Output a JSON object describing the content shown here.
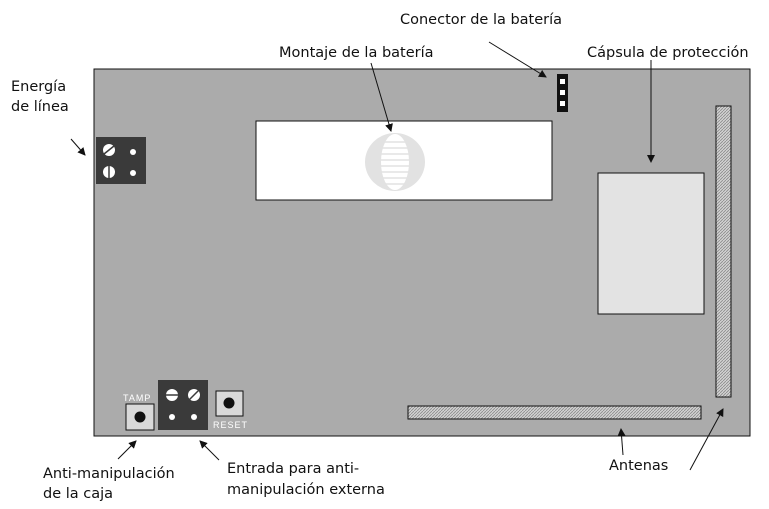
{
  "labels": {
    "connector": "Conector de la batería",
    "battery_mount": "Montaje de la batería",
    "protection_capsule": "Cápsula de protección",
    "line_power_1": "Energía",
    "line_power_2": "de línea",
    "case_tamper_1": "Anti-manipulación",
    "case_tamper_2": "de la caja",
    "ext_tamper_1": "Entrada para anti-",
    "ext_tamper_2": "manipulación externa",
    "antennas": "Antenas",
    "tamp_switch": "TAMP",
    "reset_switch": "RESET"
  },
  "colors": {
    "board": "#ababab",
    "terminal_block": "#3a3a3a",
    "white_panel": "#ffffff",
    "capsule": "#e3e3e3",
    "outline": "#111111"
  }
}
